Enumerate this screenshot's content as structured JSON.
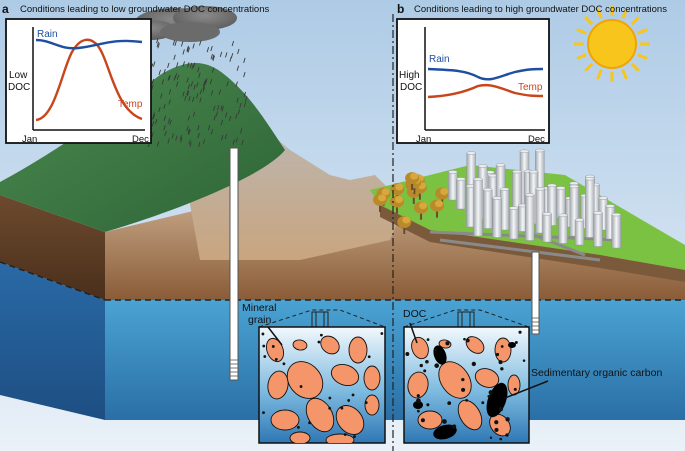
{
  "panel_a": {
    "letter": "a",
    "caption": "Conditions leading to low groundwater DOC concentrations",
    "chart_y_label_line1": "Low",
    "chart_y_label_line2": "DOC",
    "x_start": "Jan",
    "x_end": "Dec",
    "series_rain": "Rain",
    "series_temp": "Temp",
    "label_mineral_line1": "Mineral",
    "label_mineral_line2": "grain"
  },
  "panel_b": {
    "letter": "b",
    "caption": "Conditions leading to high groundwater DOC concentrations",
    "chart_y_label_line1": "High",
    "chart_y_label_line2": "DOC",
    "x_start": "Jan",
    "x_end": "Dec",
    "series_rain": "Rain",
    "series_temp": "Temp",
    "label_doc": "DOC",
    "label_sed": "Sedimentary organic carbon"
  },
  "colors": {
    "rain": "#1f4fa0",
    "temp": "#c8461c",
    "mineral_grain": "#f4956a",
    "organic_carbon": "#000000",
    "water": "#3f95c9",
    "grass": "#3d7a45",
    "grass_light": "#7cc242",
    "sky": "#c9dcee",
    "sun": "#f7c51c"
  }
}
